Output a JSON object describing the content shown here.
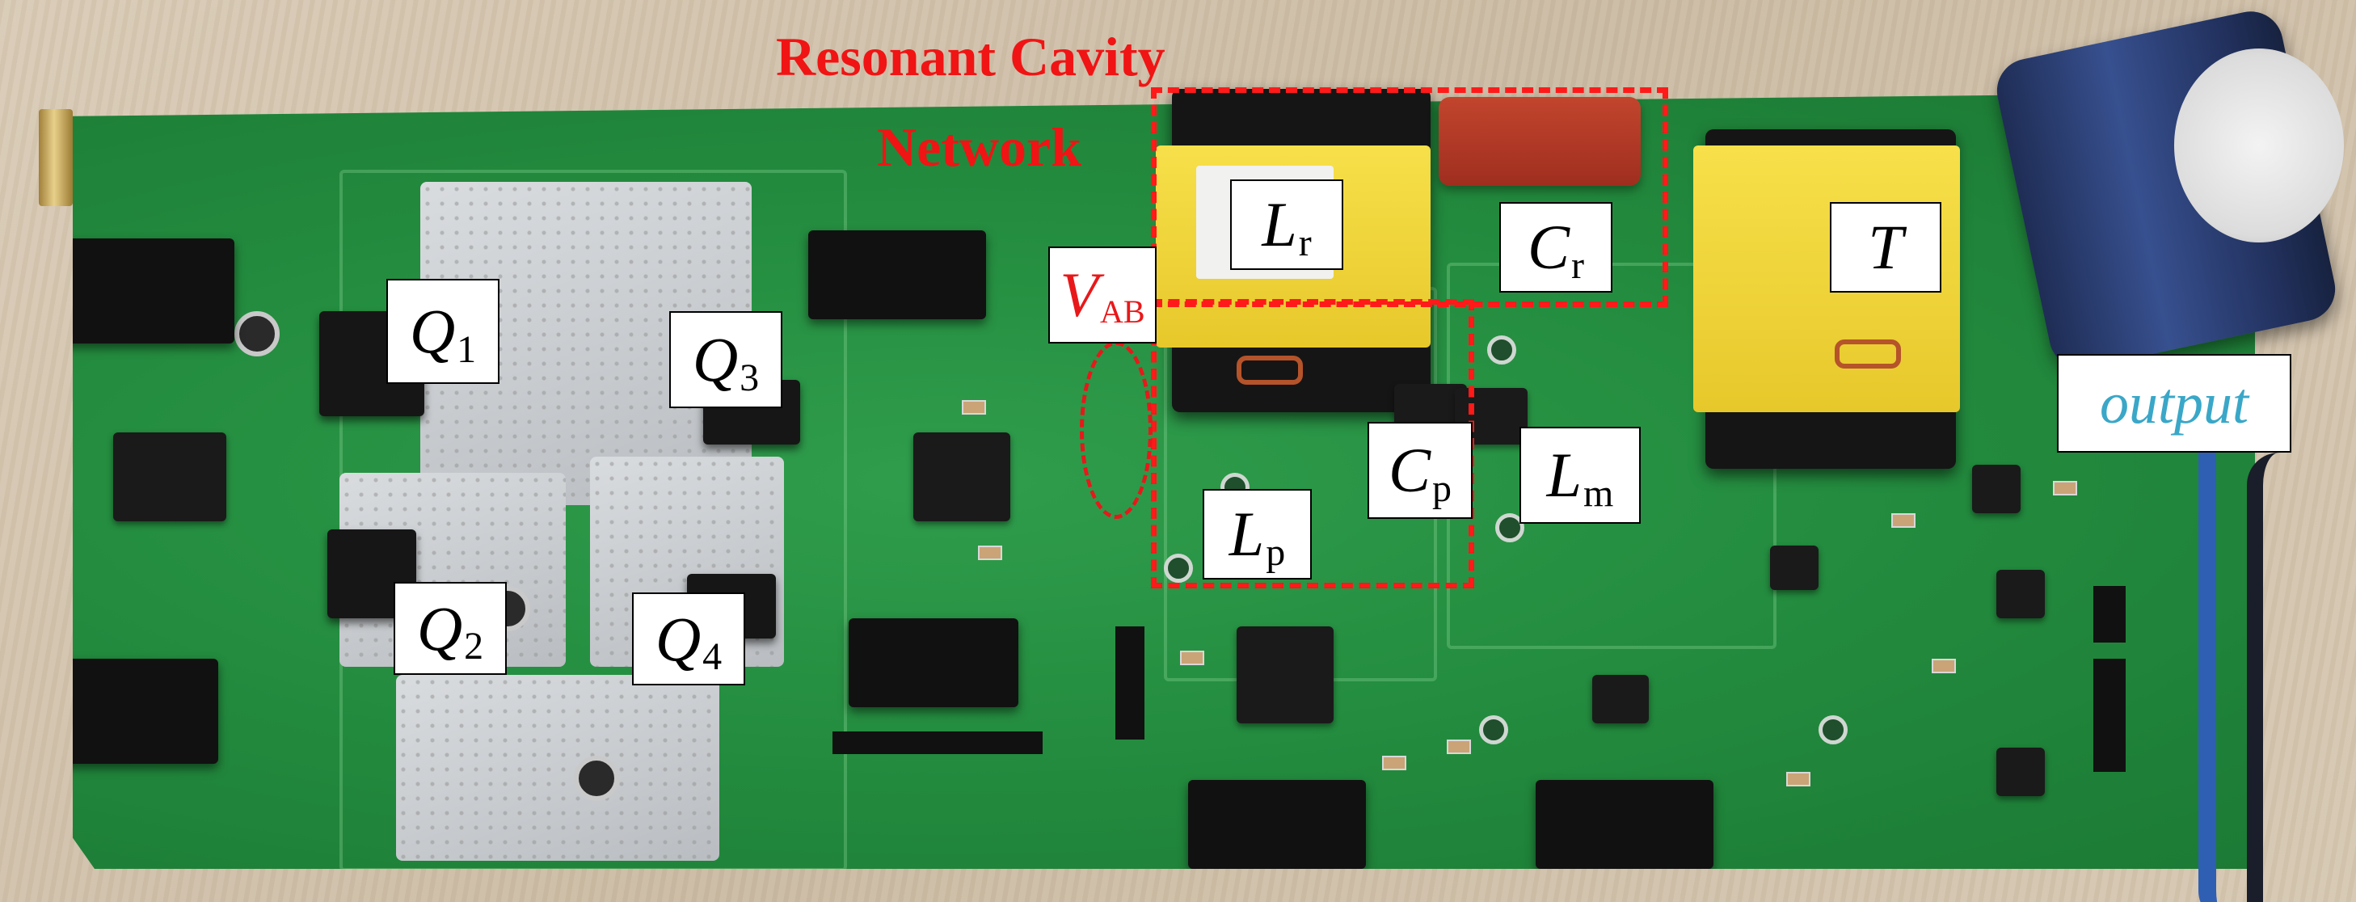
{
  "annotation": {
    "title_line1": "Resonant Cavity",
    "title_line2": "Network",
    "accent_color": "#ff1a1a",
    "output_color": "#3aa7c8"
  },
  "labels": {
    "q1": {
      "main": "Q",
      "sub": "1"
    },
    "q2": {
      "main": "Q",
      "sub": "2"
    },
    "q3": {
      "main": "Q",
      "sub": "3"
    },
    "q4": {
      "main": "Q",
      "sub": "4"
    },
    "vab": {
      "main": "V",
      "sub": "AB"
    },
    "lr": {
      "main": "L",
      "sub": "r"
    },
    "cr": {
      "main": "C",
      "sub": "r"
    },
    "lp": {
      "main": "L",
      "sub": "p"
    },
    "cp": {
      "main": "C",
      "sub": "p"
    },
    "lm": {
      "main": "L",
      "sub": "m"
    },
    "t": {
      "main": "T"
    },
    "output": {
      "main": "output"
    }
  }
}
